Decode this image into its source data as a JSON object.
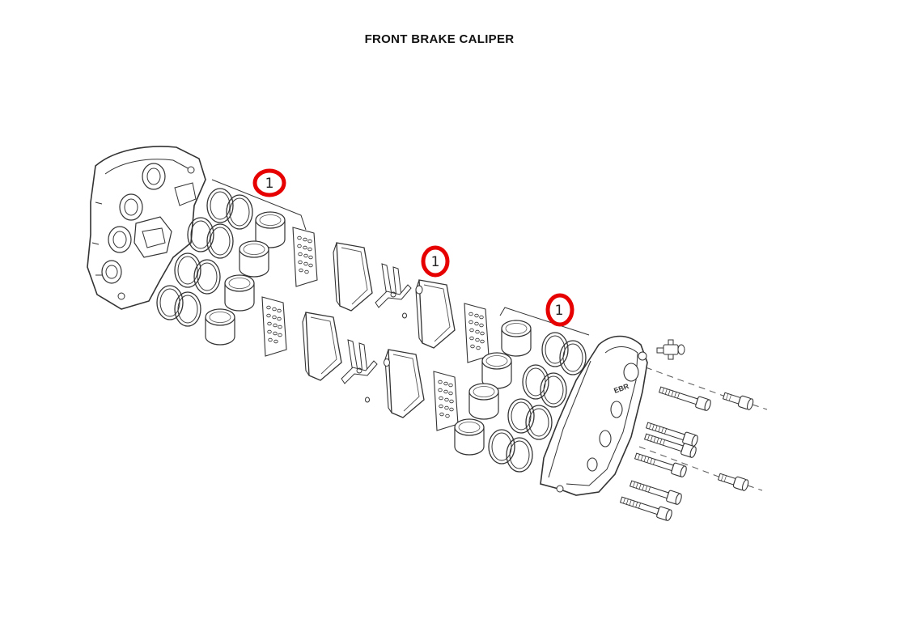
{
  "title": "FRONT BRAKE CALIPER",
  "caliper_logo": "EBR",
  "callouts": [
    {
      "label": "1"
    },
    {
      "label": "1"
    },
    {
      "label": "1"
    }
  ],
  "colors": {
    "line": "#333333",
    "callout": "#e60000",
    "background": "#ffffff"
  }
}
